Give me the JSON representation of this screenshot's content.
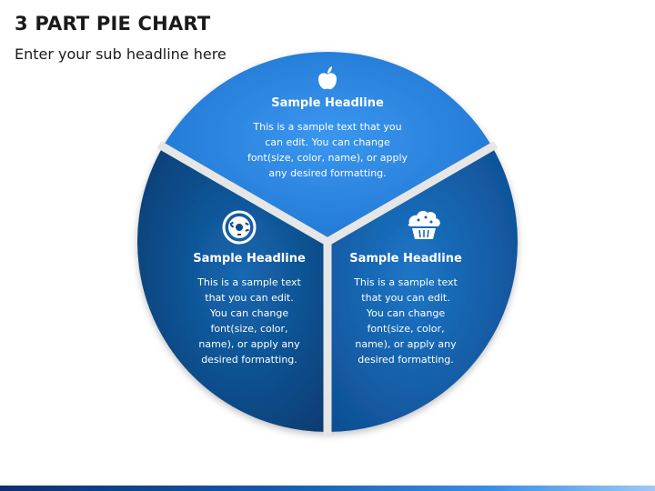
{
  "title": "3 PART PIE CHART",
  "subtitle": "Enter your sub headline here",
  "segments": [
    {
      "headline": "Sample Headline",
      "body": "This is a sample text that you can edit. You can change font(size, color, name), or apply any desired formatting.",
      "icon": "apple-icon",
      "color": "#2b86e3"
    },
    {
      "headline": "Sample Headline",
      "body": "This is a sample text that you can edit. You can change font(size, color, name), or apply any desired formatting.",
      "icon": "donut-icon",
      "color": "#0e4a86"
    },
    {
      "headline": "Sample Headline",
      "body": "This is a sample text that you can edit. You can change font(size, color, name), or apply any desired formatting.",
      "icon": "cupcake-icon",
      "color": "#135ea8"
    }
  ],
  "colors": {
    "separator": "#e6e6e6",
    "top_segment": "#2b86e3",
    "left_segment": "#0e4a86",
    "right_segment": "#135ea8"
  }
}
